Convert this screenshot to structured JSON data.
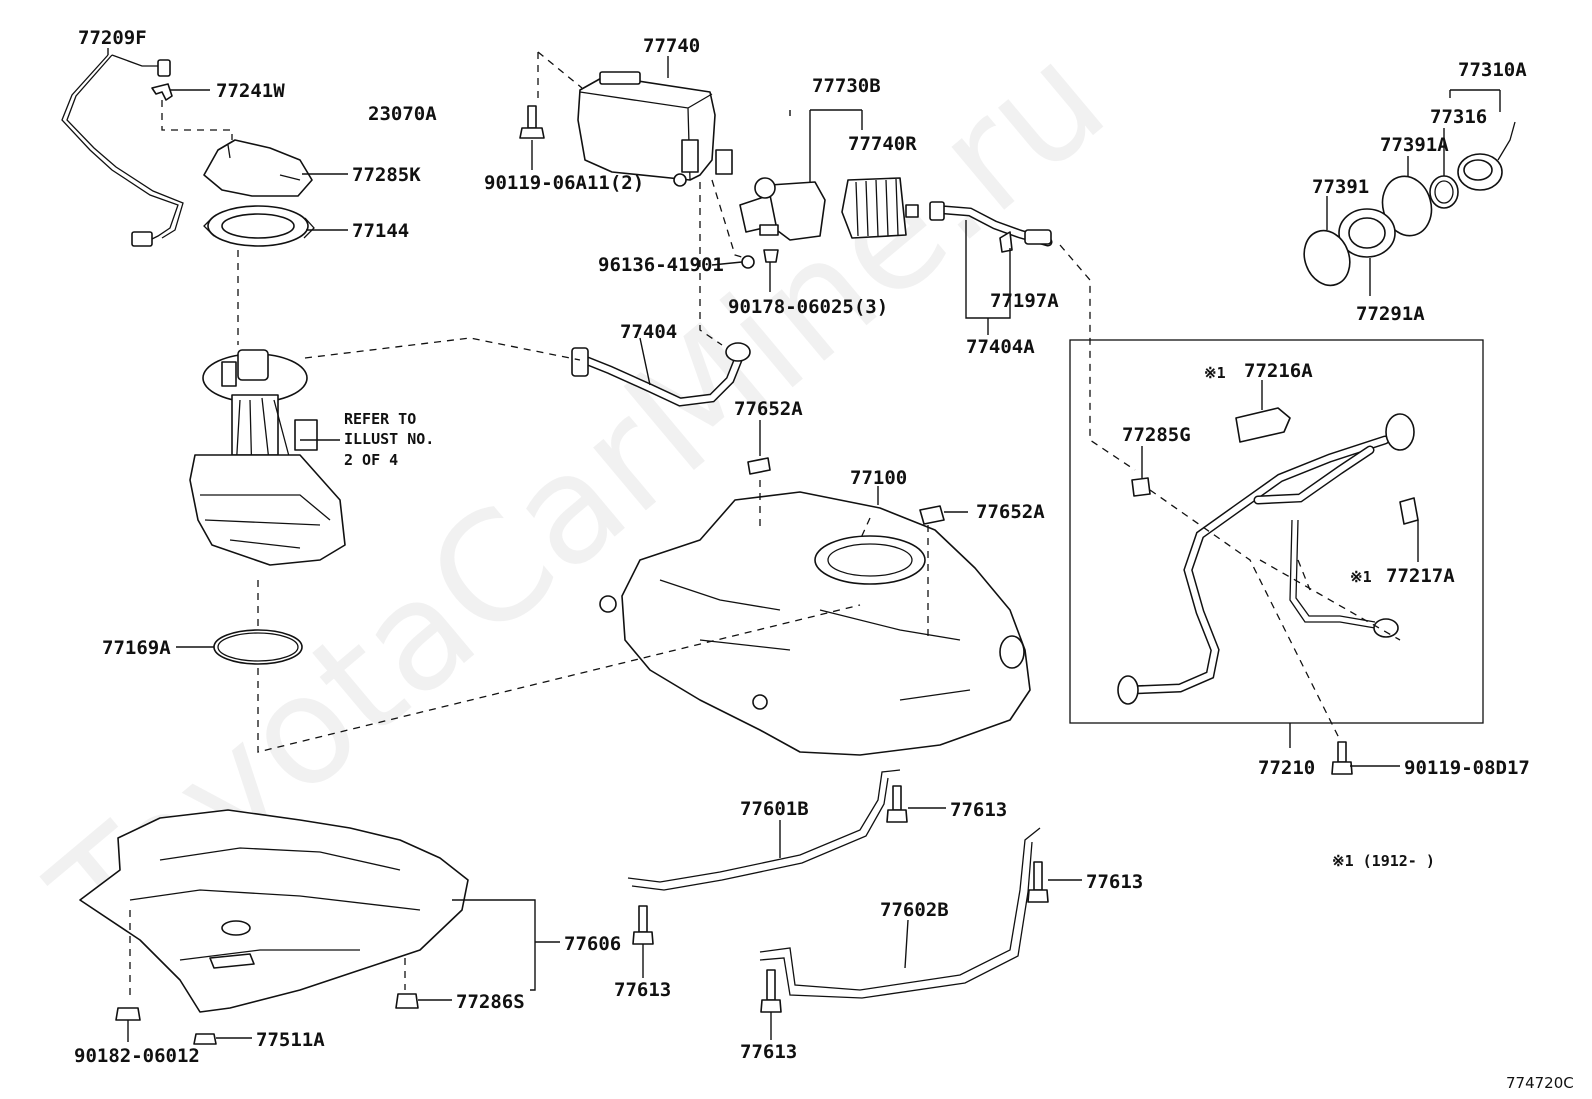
{
  "diagram": {
    "watermark": "ToyotaCarMine.ru",
    "figure_code": "774720C",
    "footnote": "※1 (1912-      )",
    "refer_note": [
      "REFER TO",
      "ILLUST NO.",
      "2 OF 4"
    ],
    "labels": {
      "p77209F": "77209F",
      "p77241W": "77241W",
      "p23070A": "23070A",
      "p77285K": "77285K",
      "p77144": "77144",
      "p77740": "77740",
      "p90119_06A11": "90119-06A11(2)",
      "p77730B": "77730B",
      "p77740R": "77740R",
      "p96136_41901": "96136-41901",
      "p90178_06025": "90178-06025(3)",
      "p77404": "77404",
      "p77197A": "77197A",
      "p77404A": "77404A",
      "p77310A": "77310A",
      "p77316": "77316",
      "p77391A": "77391A",
      "p77391": "77391",
      "p77291A": "77291A",
      "p77216A": "77216A",
      "p77216A_mark": "※1",
      "p77285G": "77285G",
      "p77217A": "77217A",
      "p77217A_mark": "※1",
      "p77652A_a": "77652A",
      "p77652A_b": "77652A",
      "p77100": "77100",
      "p77169A": "77169A",
      "p77210": "77210",
      "p90119_08D17": "90119-08D17",
      "p77601B": "77601B",
      "p77613_a": "77613",
      "p77613_b": "77613",
      "p77613_c": "77613",
      "p77613_d": "77613",
      "p77602B": "77602B",
      "p77606": "77606",
      "p77286S": "77286S",
      "p77511A": "77511A",
      "p90182_06012": "90182-06012"
    }
  }
}
